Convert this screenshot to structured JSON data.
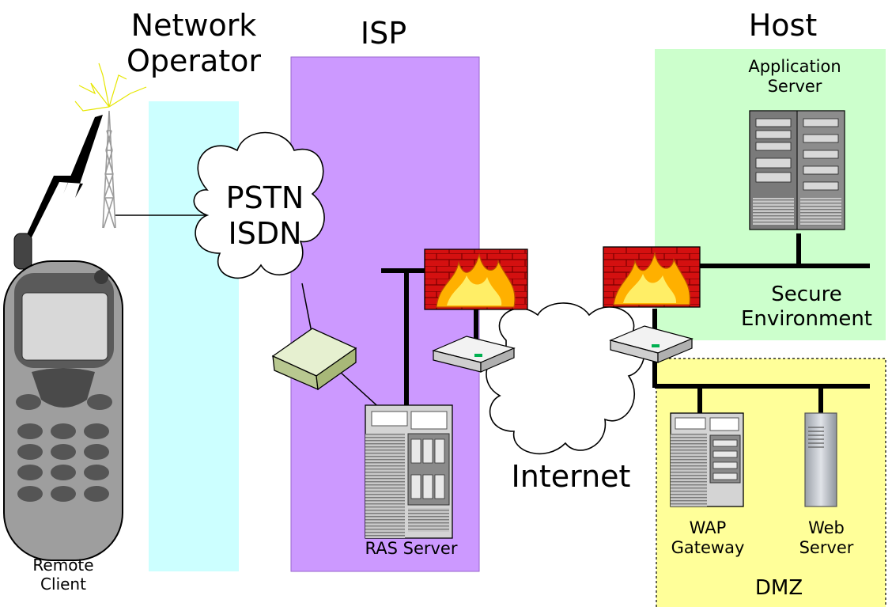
{
  "zones": {
    "network_operator": {
      "label_line1": "Network",
      "label_line2": "Operator",
      "color": "#CCFFFF"
    },
    "isp": {
      "label": "ISP",
      "color": "#CC99FF"
    },
    "host": {
      "label": "Host",
      "color": "#CCFFCC"
    },
    "dmz": {
      "label": "DMZ",
      "color": "#FFFF99"
    }
  },
  "clouds": {
    "pstn": {
      "line1": "PSTN",
      "line2": "ISDN"
    },
    "internet": {
      "label": "Internet"
    }
  },
  "devices": {
    "remote_client": {
      "line1": "Remote",
      "line2": "Client"
    },
    "ras_server": {
      "label": "RAS Server"
    },
    "application_server": {
      "line1": "Application",
      "line2": "Server"
    },
    "secure_environment": {
      "line1": "Secure",
      "line2": "Environment"
    },
    "wap_gateway": {
      "line1": "WAP",
      "line2": "Gateway"
    },
    "web_server": {
      "line1": "Web",
      "line2": "Server"
    }
  },
  "icons": [
    "mobile-phone-icon",
    "radio-tower-icon",
    "lightning-bolt-icon",
    "modem-icon",
    "firewall-icon",
    "router-icon",
    "server-icon",
    "tower-server-icon"
  ]
}
